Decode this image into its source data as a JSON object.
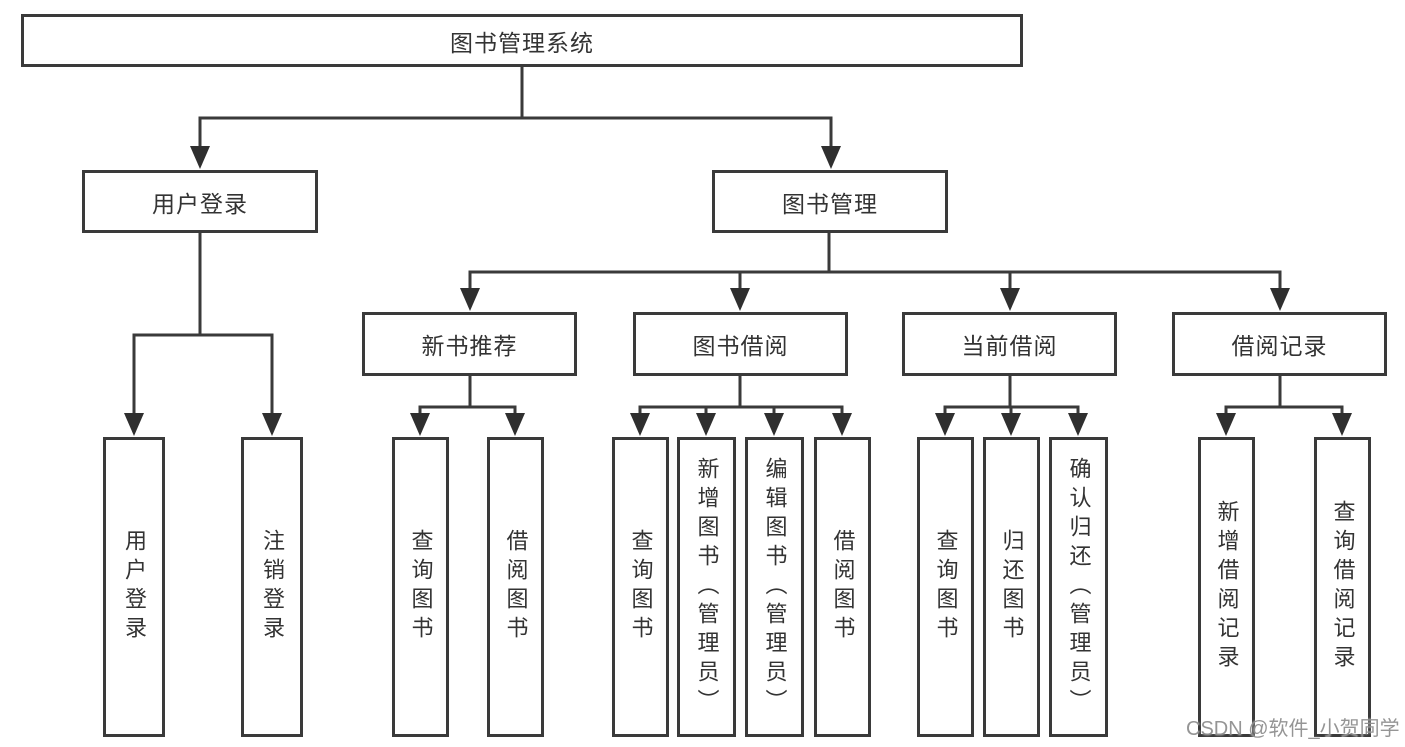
{
  "diagram_title": "图书管理系统",
  "nodes": {
    "root": "图书管理系统",
    "user_login": "用户登录",
    "book_management": "图书管理",
    "new_book_recommend": "新书推荐",
    "book_borrow": "图书借阅",
    "current_borrow": "当前借阅",
    "borrow_records": "借阅记录",
    "leaves": [
      "用户登录",
      "注销登录",
      "查询图书",
      "借阅图书",
      "查询图书",
      "新增图书（管理员）",
      "编辑图书（管理员）",
      "借阅图书",
      "查询图书",
      "归还图书",
      "确认归还（管理员）",
      "新增借阅记录",
      "查询借阅记录"
    ]
  },
  "watermark": "CSDN @软件_小贺同学",
  "colors": {
    "line": "#3a3a3a",
    "arrow": "#2f2f2f",
    "text": "#333333",
    "watermark": "#8c8c8c",
    "background": "#ffffff"
  }
}
